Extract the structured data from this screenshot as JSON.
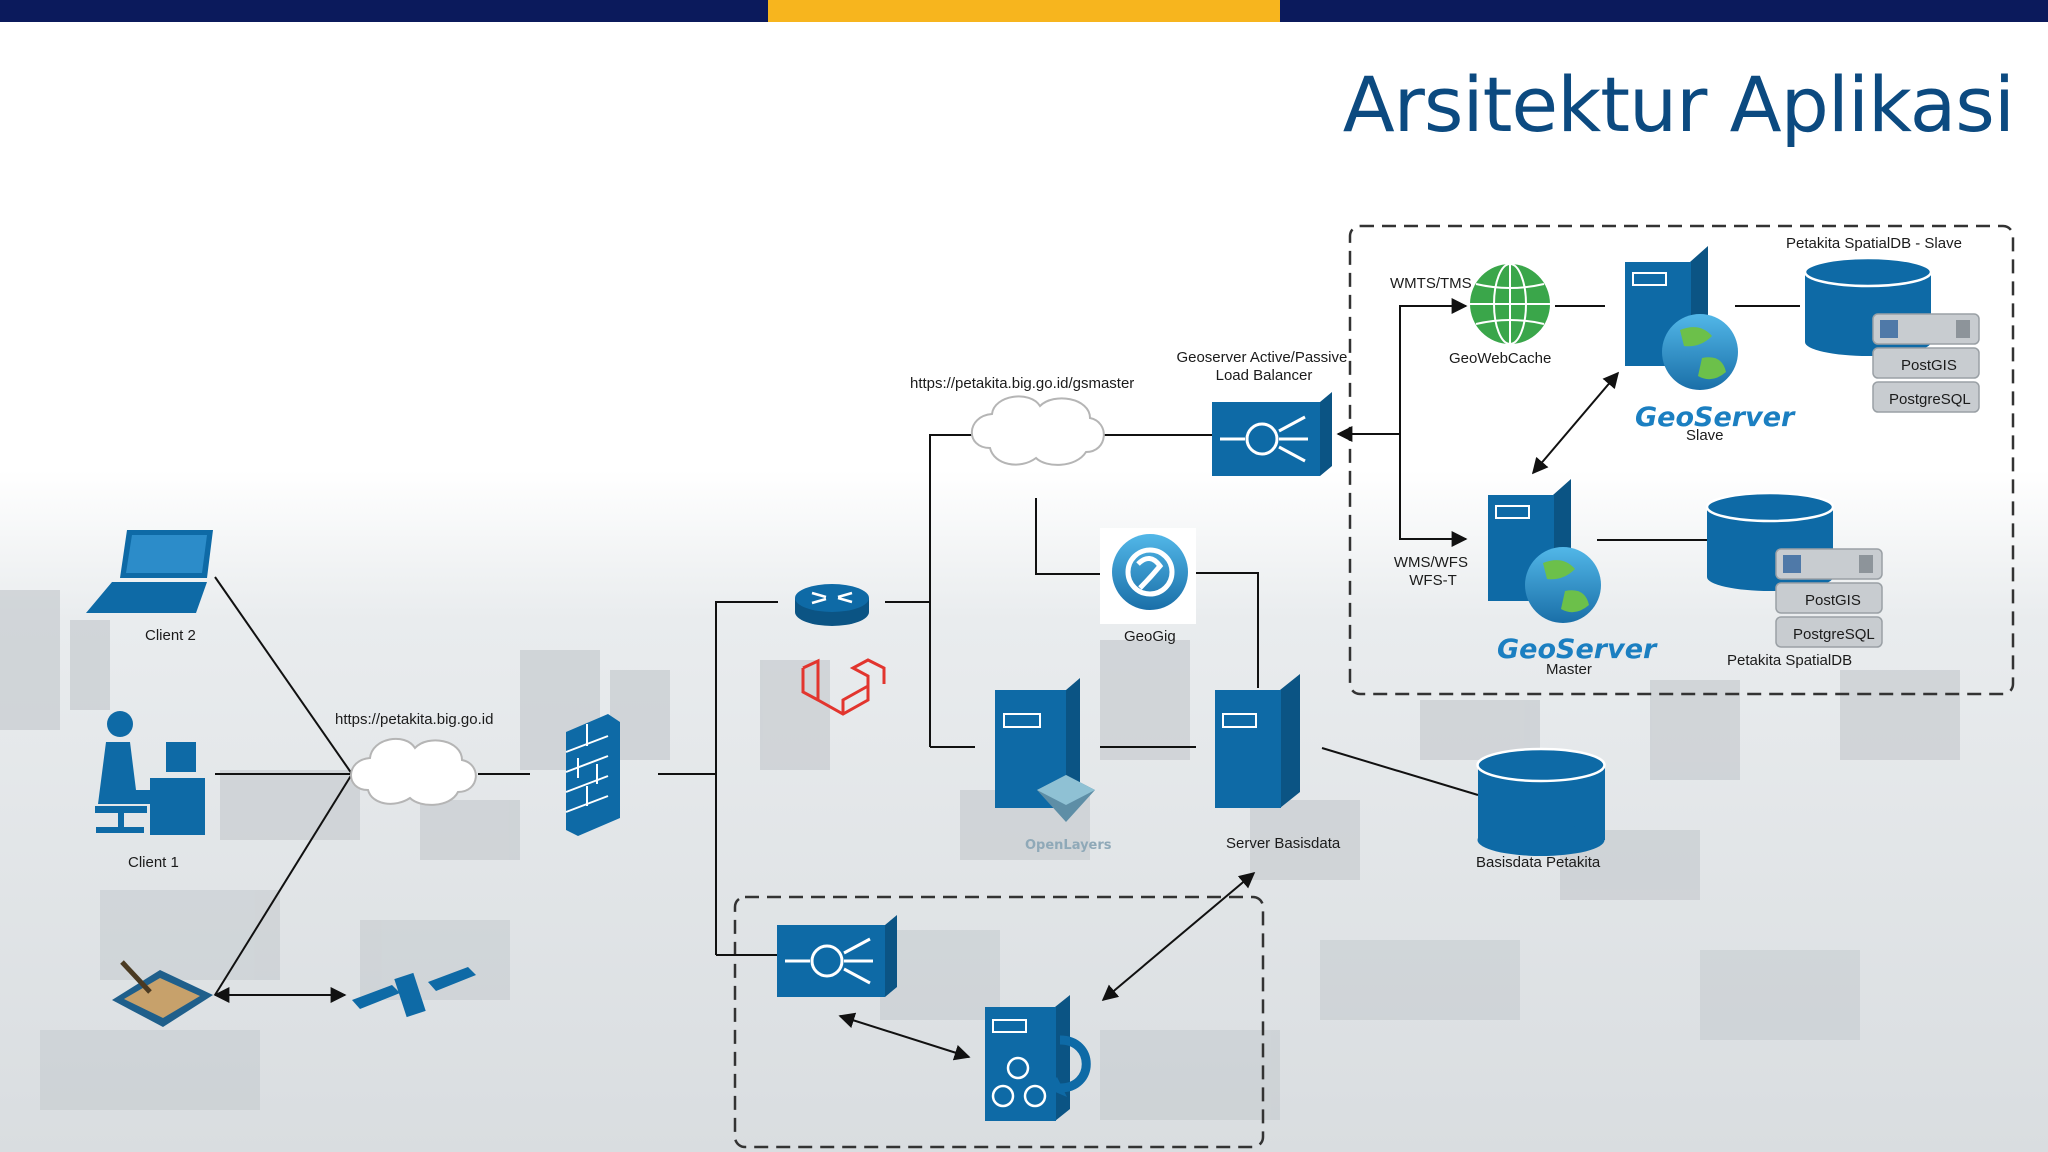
{
  "slide": {
    "title": "Arsitektur Aplikasi",
    "colors": {
      "bar_navy": "#0b1a5c",
      "bar_gold": "#f7b51e",
      "title": "#0c4a80",
      "icon_blue": "#0e6aa6"
    }
  },
  "diagram": {
    "client_2": "Client 2",
    "client_1": "Client 1",
    "public_url": "https://petakita.big.go.id",
    "gsmaster_url": "https://petakita.big.go.id/gsmaster",
    "load_balancer": [
      "Geoserver Active/Passive",
      "Load Balancer"
    ],
    "geogig": "GeoGig",
    "openlayers": "OpenLayers",
    "server_basisdata": "Server Basisdata",
    "basisdata_petakita": "Basisdata Petakita",
    "wmts_tms": "WMTS/TMS",
    "geowebcache": "GeoWebCache",
    "wms_wfs": [
      "WMS/WFS",
      "WFS-T"
    ],
    "geoserver_word": "GeoServer",
    "geoserver_slave_sub": "Slave",
    "geoserver_master_sub": "Master",
    "spatialdb_slave": "Petakita SpatialDB - Slave",
    "spatialdb": "Petakita SpatialDB",
    "postgis": "PostGIS",
    "postgresql": "PostgreSQL"
  }
}
